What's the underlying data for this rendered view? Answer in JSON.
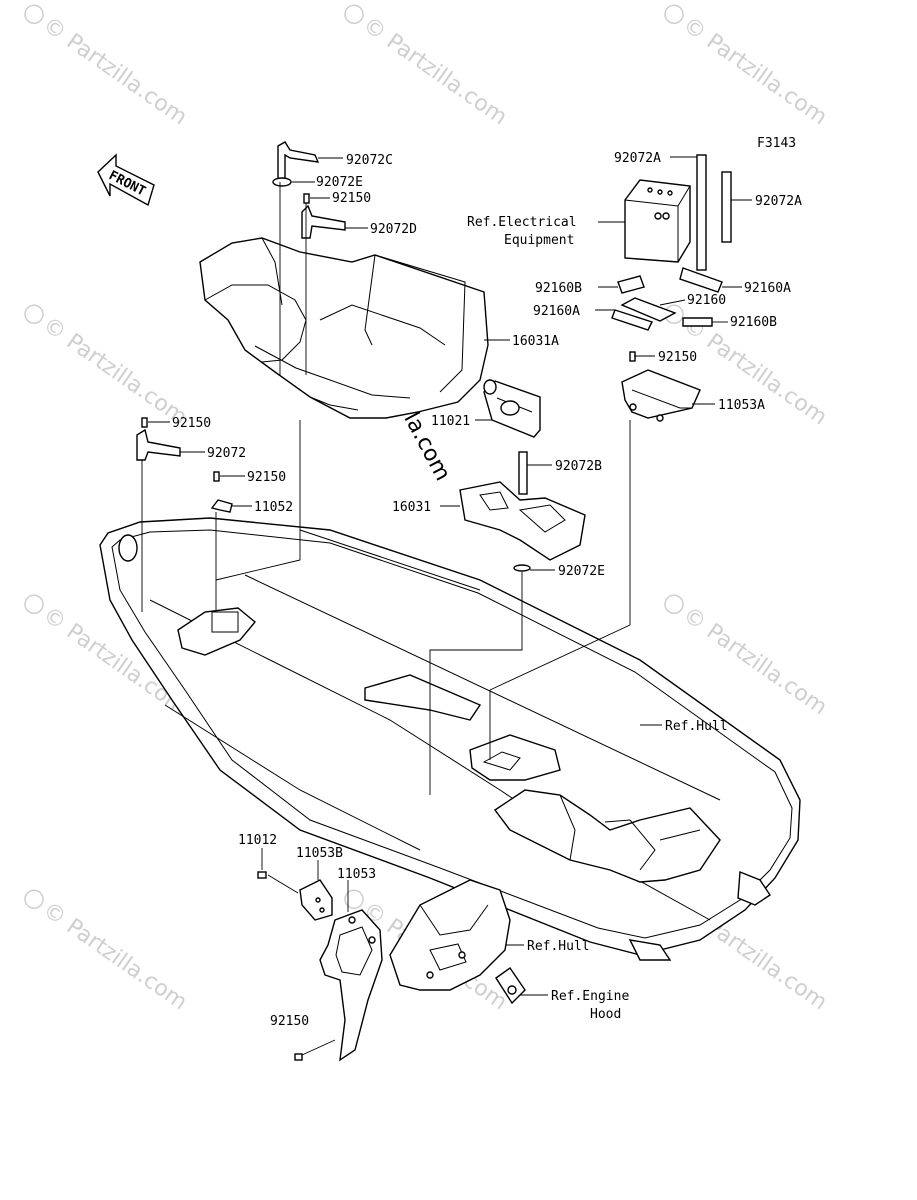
{
  "diagram": {
    "figure_code": "F3143",
    "front_label": "FRONT",
    "watermark_text": "© Partzilla.com",
    "accent_text": "© Partzilla.com"
  },
  "labels": {
    "p92072C": "92072C",
    "p92072E_top": "92072E",
    "p92150_top": "92150",
    "p92072D": "92072D",
    "p16031A": "16031A",
    "p92150_left": "92150",
    "p92072": "92072",
    "p92150_mid": "92150",
    "p11052": "11052",
    "p11021": "11021",
    "p92072B": "92072B",
    "p16031": "16031",
    "p92072E_mid": "92072E",
    "p92072A_1": "92072A",
    "p92072A_2": "92072A",
    "ref_electrical_1": "Ref.Electrical",
    "ref_electrical_2": "Equipment",
    "p92160B_1": "92160B",
    "p92160A_1": "92160A",
    "p92160A_2": "92160A",
    "p92160": "92160",
    "p92160B_2": "92160B",
    "p92150_right": "92150",
    "p11053A": "11053A",
    "ref_hull_1": "Ref.Hull",
    "p11012": "11012",
    "p11053B": "11053B",
    "p11053": "11053",
    "ref_hull_2": "Ref.Hull",
    "ref_engine_1": "Ref.Engine",
    "ref_engine_2": "Hood",
    "p92150_bottom": "92150"
  }
}
